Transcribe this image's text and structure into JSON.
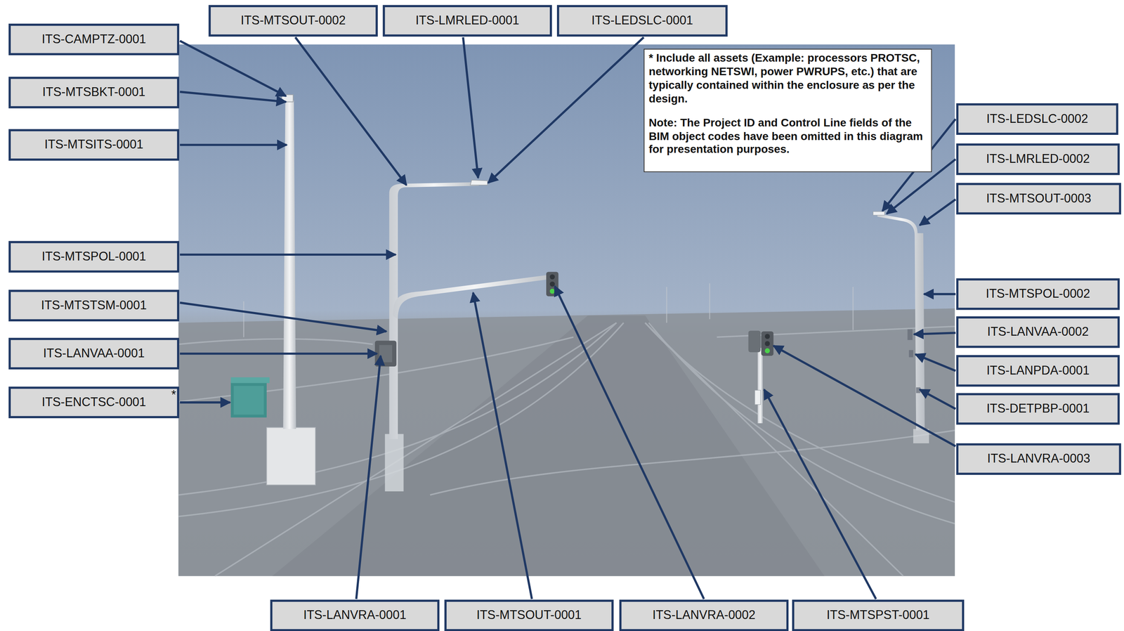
{
  "diagram": {
    "nodes": [
      {
        "text": [
          "ITS-MTSOUT-0002"
        ]
      },
      {
        "text": [
          "ITS-LMRLED-0001"
        ]
      },
      {
        "text": [
          "ITS-LEDSLC-0001"
        ]
      },
      {
        "text": [
          "ITS-CAMPTZ-0001"
        ]
      },
      {
        "text": [
          "ITS-MTSBKT-0001"
        ]
      },
      {
        "text": [
          "* Include all assets (Example: processors PROTSC, networking NETSWI, power PWRUPS, etc.) that are typically contained within the enclosure as per the design.",
          "Note: The Project ID and Control Line fields of the BIM object codes have been omitted in this diagram for presentation purposes."
        ]
      },
      {
        "text": [
          "ITS-LEDSLC-0002"
        ]
      },
      {
        "text": [
          "ITS-MTSITS-0001"
        ]
      },
      {
        "text": [
          "ITS-LMRLED-0002"
        ]
      },
      {
        "text": [
          "ITS-MTSOUT-0003"
        ]
      },
      {
        "text": [
          "ITS-MTSPOL-0001"
        ]
      },
      {
        "text": [
          "ITS-MTSPOL-0002"
        ]
      },
      {
        "text": [
          "ITS-MTSTSM-0001"
        ]
      },
      {
        "text": [
          "ITS-LANVAA-0002"
        ]
      },
      {
        "text": [
          "ITS-LANVAA-0001"
        ]
      },
      {
        "text": [
          "ITS-LANPDA-0001"
        ]
      },
      {
        "text": [
          "ITS-ENCTSC-0001"
        ]
      },
      {
        "text": [
          "ITS-DETPBP-0001"
        ]
      },
      {
        "text": [
          "ITS-LANVRA-0003"
        ]
      },
      {
        "text": [
          "ITS-LANVRA-0001"
        ]
      },
      {
        "text": [
          "ITS-MTSOUT-0001"
        ]
      },
      {
        "text": [
          "ITS-LANVRA-0002"
        ]
      },
      {
        "text": [
          "ITS-MTSPST-0001"
        ]
      }
    ],
    "labels": [
      "*"
    ]
  }
}
